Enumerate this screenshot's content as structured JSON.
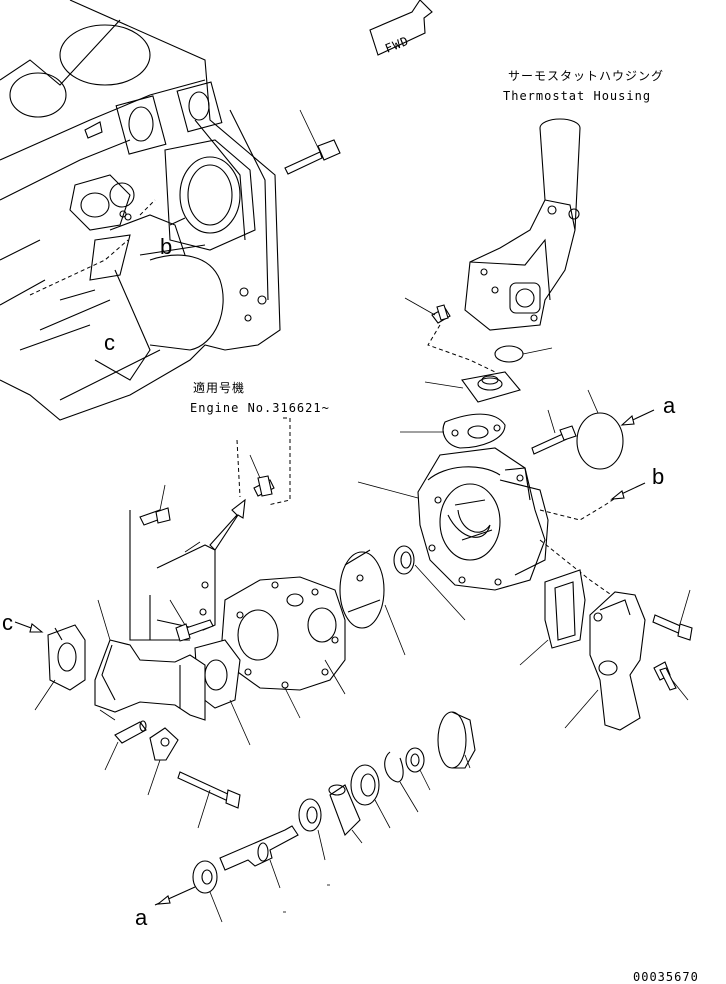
{
  "thermostat_housing": {
    "jp": "サーモスタットハウジング",
    "en": "Thermostat Housing"
  },
  "engine_note": {
    "jp": "適用号機",
    "en": "Engine No.316621~"
  },
  "fwd_label": "FWD",
  "callouts": {
    "a": "a",
    "b": "b",
    "c": "c"
  },
  "drawing_number": "00035670"
}
